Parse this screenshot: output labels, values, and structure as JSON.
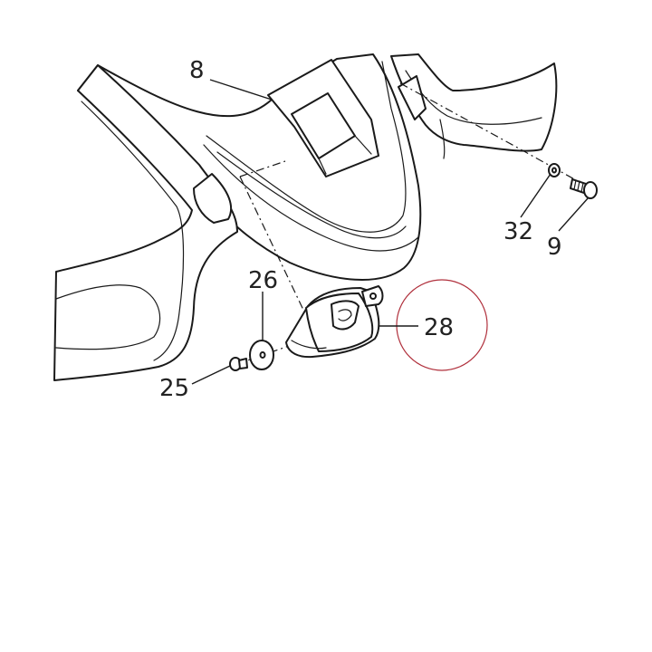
{
  "callouts": {
    "part_8": "8",
    "part_32": "32",
    "part_9": "9",
    "part_26": "26",
    "part_28": "28",
    "part_25": "25"
  },
  "highlight": {
    "target": "28",
    "color": "#b0303c"
  },
  "colors": {
    "ink": "#1a1a1a",
    "background": "#ffffff"
  }
}
